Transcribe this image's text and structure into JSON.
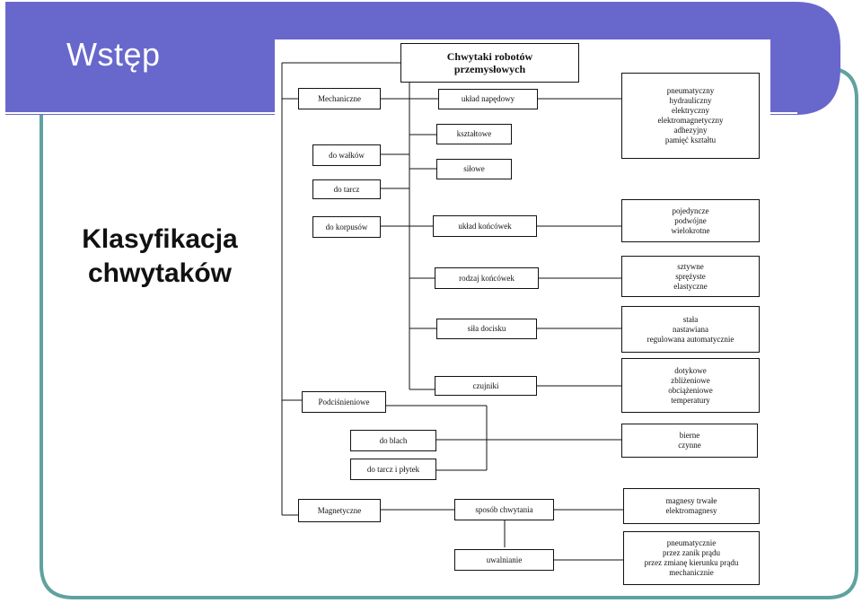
{
  "slide": {
    "title": "Wstęp",
    "side_text": [
      "Klasyfikacja",
      "chwytaków"
    ],
    "colors": {
      "banner": "#6868cc",
      "frame_border": "#5fa2a0"
    }
  },
  "diagram": {
    "root": [
      "Chwytaki robotów",
      "przemysłowych"
    ],
    "categories": {
      "mechaniczne": "Mechaniczne",
      "podcisnieniowe": "Podciśnieniowe",
      "magnetyczne": "Magnetyczne"
    },
    "mechanical_objects": [
      "do wałków",
      "do tarcz",
      "do korpusów"
    ],
    "vacuum_objects": [
      "do blach",
      "do tarcz i płytek"
    ],
    "features": {
      "uklad_napedowy": "układ napędowy",
      "ksztaltowe": "kształtowe",
      "silowe": "siłowe",
      "uklad_koncowek": "układ końcówek",
      "rodzaj_koncowek": "rodzaj końcówek",
      "sila_docisku": "siła docisku",
      "czujniki": "czujniki",
      "sposob_chwytania": "sposób chwytania",
      "uwalnianie": "uwalnianie"
    },
    "detail_lists": {
      "naped": [
        "pneumatyczny",
        "hydrauliczny",
        "elektryczny",
        "elektromagnetyczny",
        "adhezyjny",
        "pamięć kształtu"
      ],
      "koncowki_uklad": [
        "pojedyncze",
        "podwójne",
        "wielokrotne"
      ],
      "koncowki_rodzaj": [
        "sztywne",
        "sprężyste",
        "elastyczne"
      ],
      "docisk": [
        "stała",
        "nastawiana",
        "regulowana automatycznie"
      ],
      "czujniki": [
        "dotykowe",
        "zbliżeniowe",
        "obciążeniowe",
        "temperatury"
      ],
      "podcisnieniowe": [
        "bierne",
        "czynne"
      ],
      "chwytanie": [
        "magnesy trwałe",
        "elektromagnesy"
      ],
      "uwalnianie": [
        "pneumatycznie",
        "przez zanik prądu",
        "przez zmianę kierunku prądu",
        "mechanicznie"
      ]
    }
  }
}
